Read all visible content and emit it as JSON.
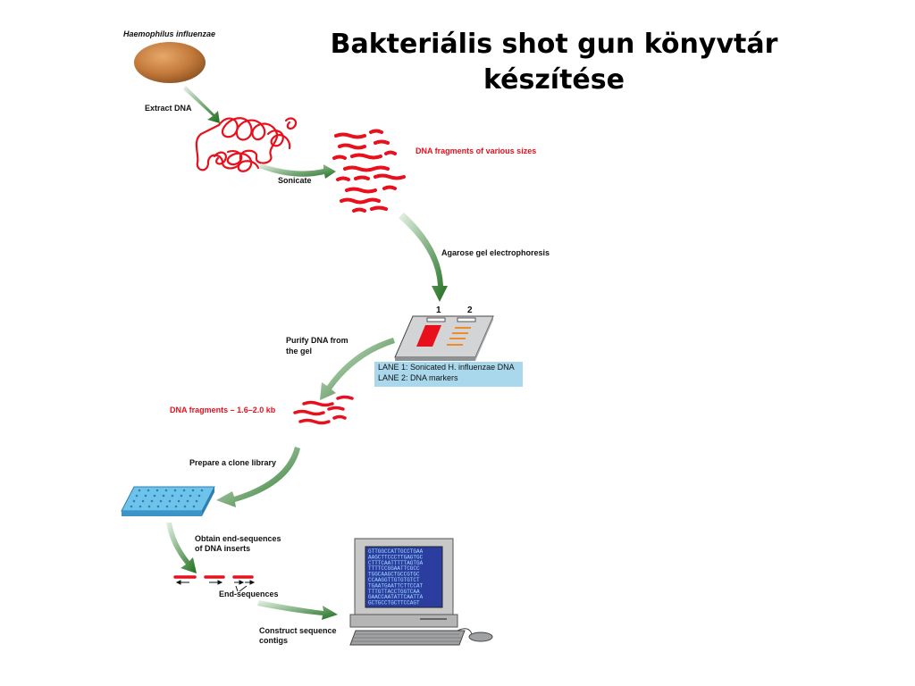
{
  "title_line1": "Bakteriális shot gun könyvtár",
  "title_line2": "készítése",
  "labels": {
    "organism": "Haemophilus influenzae",
    "extract": "Extract DNA",
    "sonicate": "Sonicate",
    "fragments_various": "DNA fragments of various sizes",
    "agarose": "Agarose gel electrophoresis",
    "lane_num_1": "1",
    "lane_num_2": "2",
    "purify_1": "Purify DNA from",
    "purify_2": "the gel",
    "lane1": "LANE 1: Sonicated H. influenzae DNA",
    "lane2": "LANE 2: DNA markers",
    "fragments_size": "DNA fragments – 1.6–2.0 kb",
    "prepare": "Prepare a clone library",
    "obtain_1": "Obtain end-sequences",
    "obtain_2": "of DNA inserts",
    "end_sequences": "End-sequences",
    "construct_1": "Construct sequence",
    "construct_2": "contigs"
  },
  "screen_lines": [
    "GTTGGCCATTGCCTGAA",
    "AAGCTTCCCTTGAGTGC",
    "CTTTCAATTTTTAGTGA",
    "TTTTCCGGAATTCGCC",
    "TGGCAAGCTGCCGTGC",
    "CCAAGGTTGTGTGTCT",
    "TGAATGAATTCTTCCAT",
    "TTTGTTACCTGGTCAA",
    "GAACCAATATTCAATTA",
    "GCTGCCTGCTTCCAGT"
  ],
  "colors": {
    "red": "#e8101c",
    "green": "#1e7a1e",
    "lane_box": "#a9d8ec",
    "cell": "#c2793a"
  }
}
